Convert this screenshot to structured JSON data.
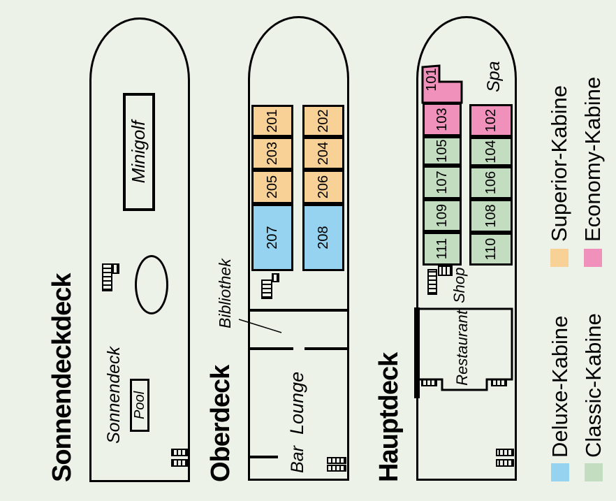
{
  "page": {
    "background": "#edf2e9",
    "line_color": "#000000"
  },
  "colors": {
    "superior": "#f8d197",
    "deluxe": "#95d3f0",
    "economy": "#f091bb",
    "classic": "#c2ddbf"
  },
  "decks": [
    {
      "id": "sonnendeckdeck",
      "label": "Sonnendeckdeck",
      "areas": {
        "minigolf": "Minigolf",
        "sonnendeck": "Sonnendeck",
        "pool": "Pool"
      },
      "cabins": []
    },
    {
      "id": "oberdeck",
      "label": "Oberdeck",
      "areas": {
        "bibliothek": "Bibliothek",
        "lounge": "Lounge",
        "bar": "Bar"
      },
      "cabins": [
        {
          "number": "201",
          "category": "superior"
        },
        {
          "number": "203",
          "category": "superior"
        },
        {
          "number": "205",
          "category": "superior"
        },
        {
          "number": "207",
          "category": "deluxe"
        },
        {
          "number": "202",
          "category": "superior"
        },
        {
          "number": "204",
          "category": "superior"
        },
        {
          "number": "206",
          "category": "superior"
        },
        {
          "number": "208",
          "category": "deluxe"
        }
      ]
    },
    {
      "id": "hauptdeck",
      "label": "Hauptdeck",
      "areas": {
        "spa": "Spa",
        "shop": "Shop",
        "restaurant": "Restaurant"
      },
      "cabins": [
        {
          "number": "101",
          "category": "economy"
        },
        {
          "number": "103",
          "category": "economy"
        },
        {
          "number": "105",
          "category": "classic"
        },
        {
          "number": "107",
          "category": "classic"
        },
        {
          "number": "109",
          "category": "classic"
        },
        {
          "number": "111",
          "category": "classic"
        },
        {
          "number": "102",
          "category": "economy"
        },
        {
          "number": "104",
          "category": "classic"
        },
        {
          "number": "106",
          "category": "classic"
        },
        {
          "number": "108",
          "category": "classic"
        },
        {
          "number": "110",
          "category": "classic"
        }
      ]
    }
  ],
  "legend": [
    {
      "label": "Deluxe-Kabine",
      "color_key": "deluxe"
    },
    {
      "label": "Superior-Kabine",
      "color_key": "superior"
    },
    {
      "label": "Classic-Kabine",
      "color_key": "classic"
    },
    {
      "label": "Economy-Kabine",
      "color_key": "economy"
    }
  ]
}
